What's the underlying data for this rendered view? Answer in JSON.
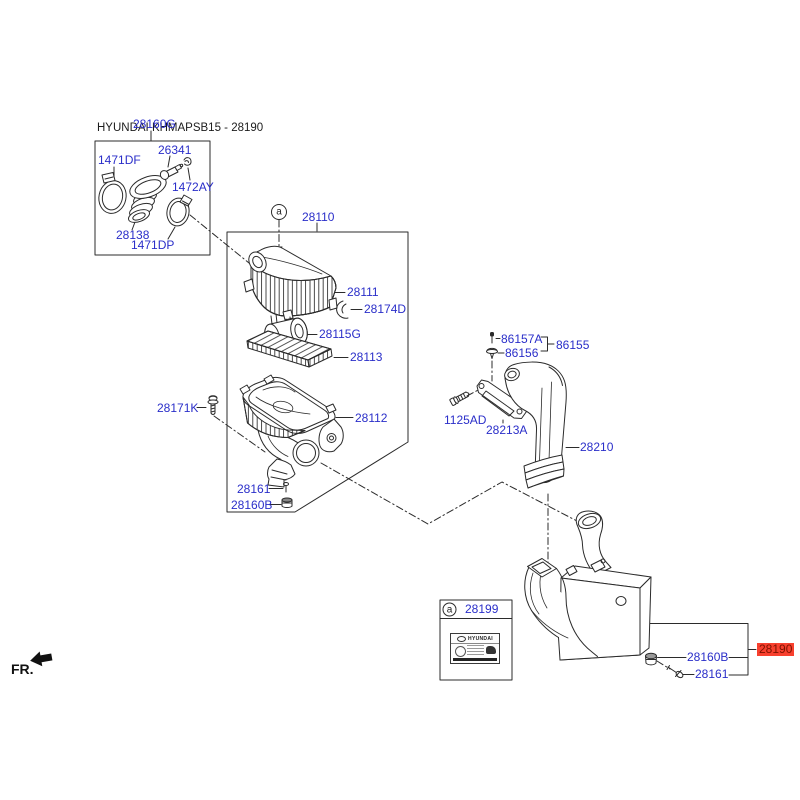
{
  "title": "HYUNDAI KHMAPSB15 - 28190",
  "fr_label": "FR.",
  "callout_letter": "a",
  "colors": {
    "label_blue": "#2a2ec9",
    "line_black": "#2b2b2b",
    "highlight_bg": "#f8402e",
    "highlight_text": "#7c1200"
  },
  "parts": {
    "28160G": "28160G",
    "1471DF": "1471DF",
    "26341": "26341",
    "1472AY": "1472AY",
    "28138": "28138",
    "1471DP": "1471DP",
    "28110": "28110",
    "28111": "28111",
    "28174D": "28174D",
    "28115G": "28115G",
    "28113": "28113",
    "28112": "28112",
    "28171K": "28171K",
    "28161": "28161",
    "28160B": "28160B",
    "86157A": "86157A",
    "86156": "86156",
    "86155": "86155",
    "1125AD": "1125AD",
    "28213A": "28213A",
    "28210": "28210",
    "28199": "28199",
    "28190": "28190"
  },
  "sticker_brand": "HYUNDAI"
}
